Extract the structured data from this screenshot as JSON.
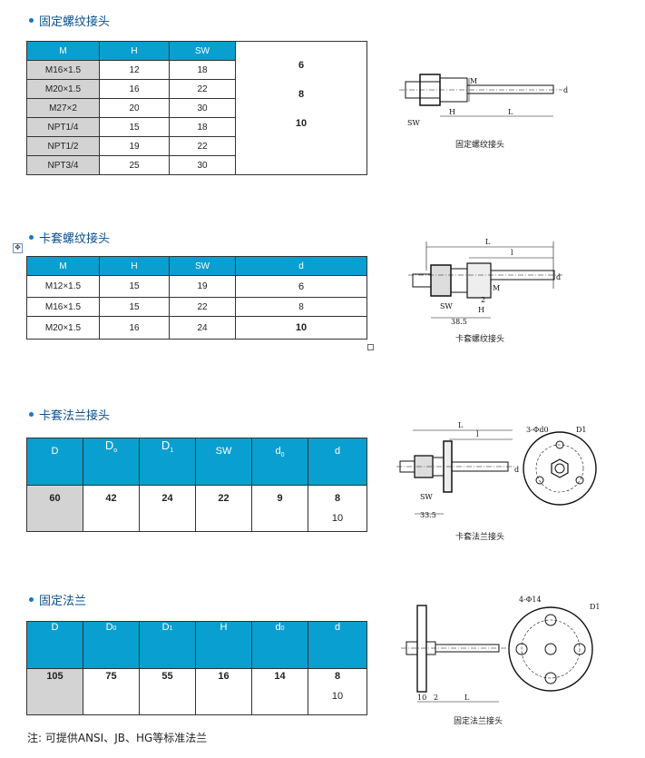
{
  "sections": [
    {
      "title": "固定螺纹接头",
      "headers": [
        "M",
        "H",
        "SW"
      ],
      "rows": [
        [
          "M16×1.5",
          "12",
          "18"
        ],
        [
          "M20×1.5",
          "16",
          "22"
        ],
        [
          "M27×2",
          "20",
          "30"
        ],
        [
          "NPT1/4",
          "15",
          "18"
        ],
        [
          "NPT1/2",
          "19",
          "22"
        ],
        [
          "NPT3/4",
          "25",
          "30"
        ]
      ],
      "d_values": [
        "6",
        "8",
        "10"
      ],
      "caption": "固定螺纹接头",
      "drawing_labels": [
        "SW",
        "H",
        "L",
        "M",
        "d"
      ]
    },
    {
      "title": "卡套螺纹接头",
      "headers": [
        "M",
        "H",
        "SW",
        "d"
      ],
      "rows": [
        [
          "M12×1.5",
          "15",
          "19",
          "6"
        ],
        [
          "M16×1.5",
          "15",
          "22",
          "8"
        ],
        [
          "M20×1.5",
          "16",
          "24",
          "10"
        ]
      ],
      "caption": "卡套螺纹接头",
      "drawing_labels": [
        "L",
        "l",
        "M",
        "d",
        "2",
        "H",
        "SW",
        "38.5"
      ]
    },
    {
      "title": "卡套法兰接头",
      "headers": [
        {
          "main": "D",
          "sub": ""
        },
        {
          "main": "D",
          "sub": "o"
        },
        {
          "main": "D",
          "sub": "1"
        },
        {
          "main": "SW",
          "sub": ""
        },
        {
          "main": "d",
          "sub": "0"
        },
        {
          "main": "d",
          "sub": ""
        }
      ],
      "row": [
        "60",
        "42",
        "24",
        "22",
        "9"
      ],
      "d_values": [
        "8",
        "10"
      ],
      "caption": "卡套法兰接头",
      "drawing_labels": [
        "L",
        "l",
        "3-Φd0",
        "D1",
        "SW",
        "33.5",
        "d"
      ]
    },
    {
      "title": "固定法兰",
      "headers": [
        {
          "main": "D",
          "sub": ""
        },
        {
          "main": "D",
          "sub": "0"
        },
        {
          "main": "D",
          "sub": "1"
        },
        {
          "main": "H",
          "sub": ""
        },
        {
          "main": "d",
          "sub": "0"
        },
        {
          "main": "d",
          "sub": ""
        }
      ],
      "row": [
        "105",
        "75",
        "55",
        "16",
        "14"
      ],
      "d_values": [
        "8",
        "10"
      ],
      "caption": "固定法兰接头",
      "drawing_labels": [
        "4-Φ14",
        "D1",
        "10",
        "2",
        "L"
      ]
    }
  ],
  "note": "注: 可提供ANSI、JB、HG等标准法兰"
}
